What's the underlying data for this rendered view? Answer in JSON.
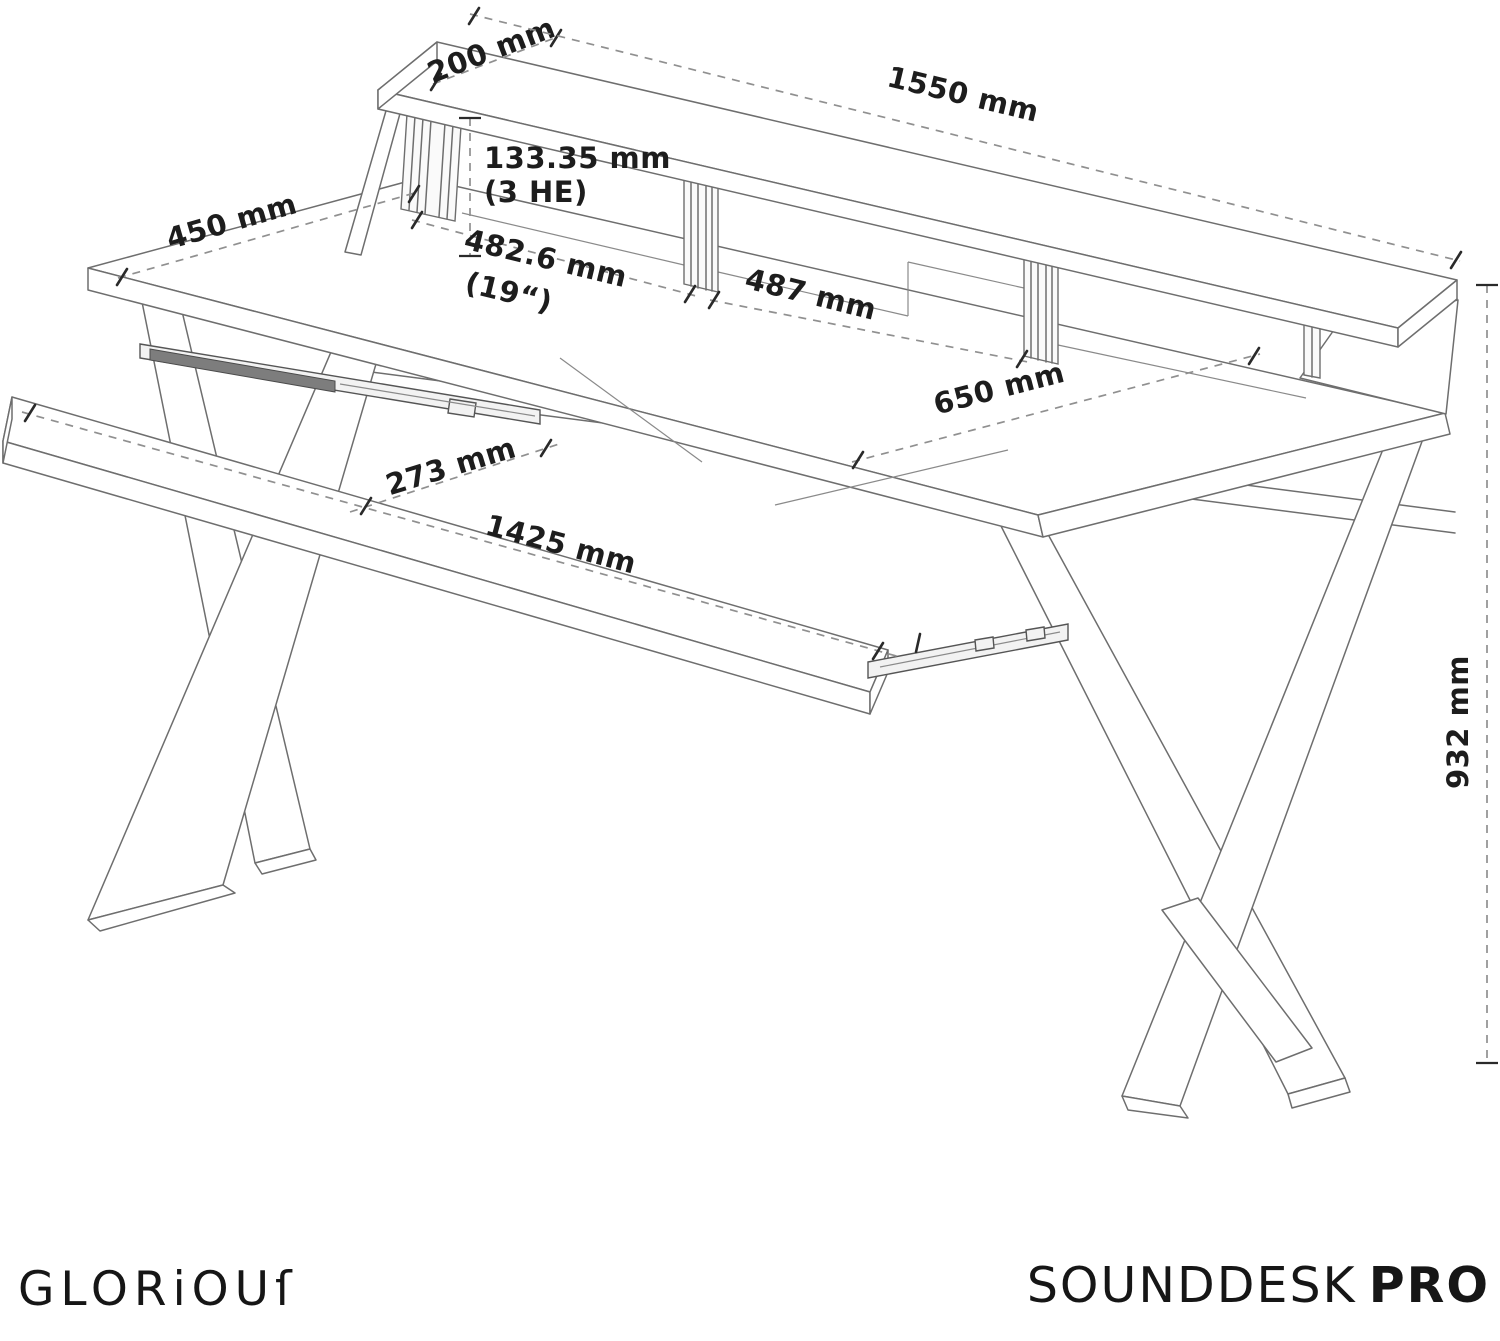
{
  "page": {
    "background_color": "#ffffff",
    "line_color": "#6e6e6e",
    "label_color": "#1d1d1d"
  },
  "dimensions": {
    "shelf_depth": "200 mm",
    "total_width": "1550 mm",
    "rack_height": "133.35 mm",
    "rack_height_note": "(3 HE)",
    "left_section_depth": "450 mm",
    "rack_width": "482.6 mm",
    "rack_width_note": "(19“)",
    "center_opening_width": "487 mm",
    "desktop_depth": "650 mm",
    "tray_depth": "273 mm",
    "tray_width": "1425 mm",
    "total_height": "932 mm"
  },
  "footer": {
    "brand": "GLORIOUS",
    "brand_display": "GLORiOUſ",
    "product_name": "SOUNDDESK",
    "product_suffix": "PRO"
  }
}
